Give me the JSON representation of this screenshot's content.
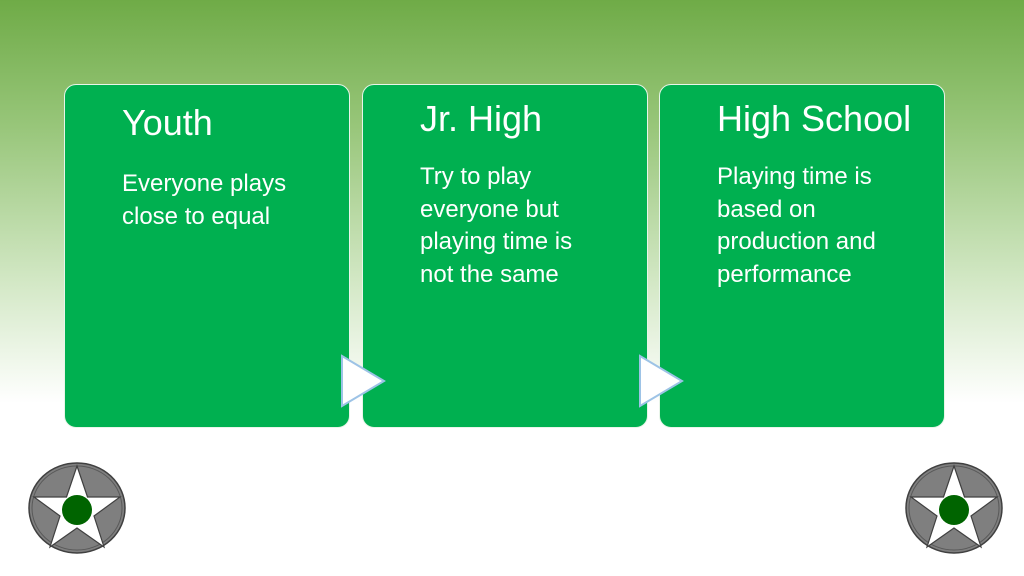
{
  "cards": [
    {
      "title": "Youth",
      "body": "Everyone plays close to equal"
    },
    {
      "title": "Jr. High",
      "body": "Try to play everyone but playing time is not the same"
    },
    {
      "title": "High School",
      "body": "Playing time is based on production and performance"
    }
  ],
  "icons": {
    "arrow": "chevron-right-icon",
    "badge": "star-badge-icon"
  },
  "colors": {
    "card_fill": "#00b050",
    "card_text": "#ffffff",
    "arrow_fill": "#ffffff",
    "arrow_stroke": "#9dc3e6",
    "badge_ring": "#7f7f7f",
    "star_fill": "#ffffff",
    "star_center": "#006400"
  }
}
